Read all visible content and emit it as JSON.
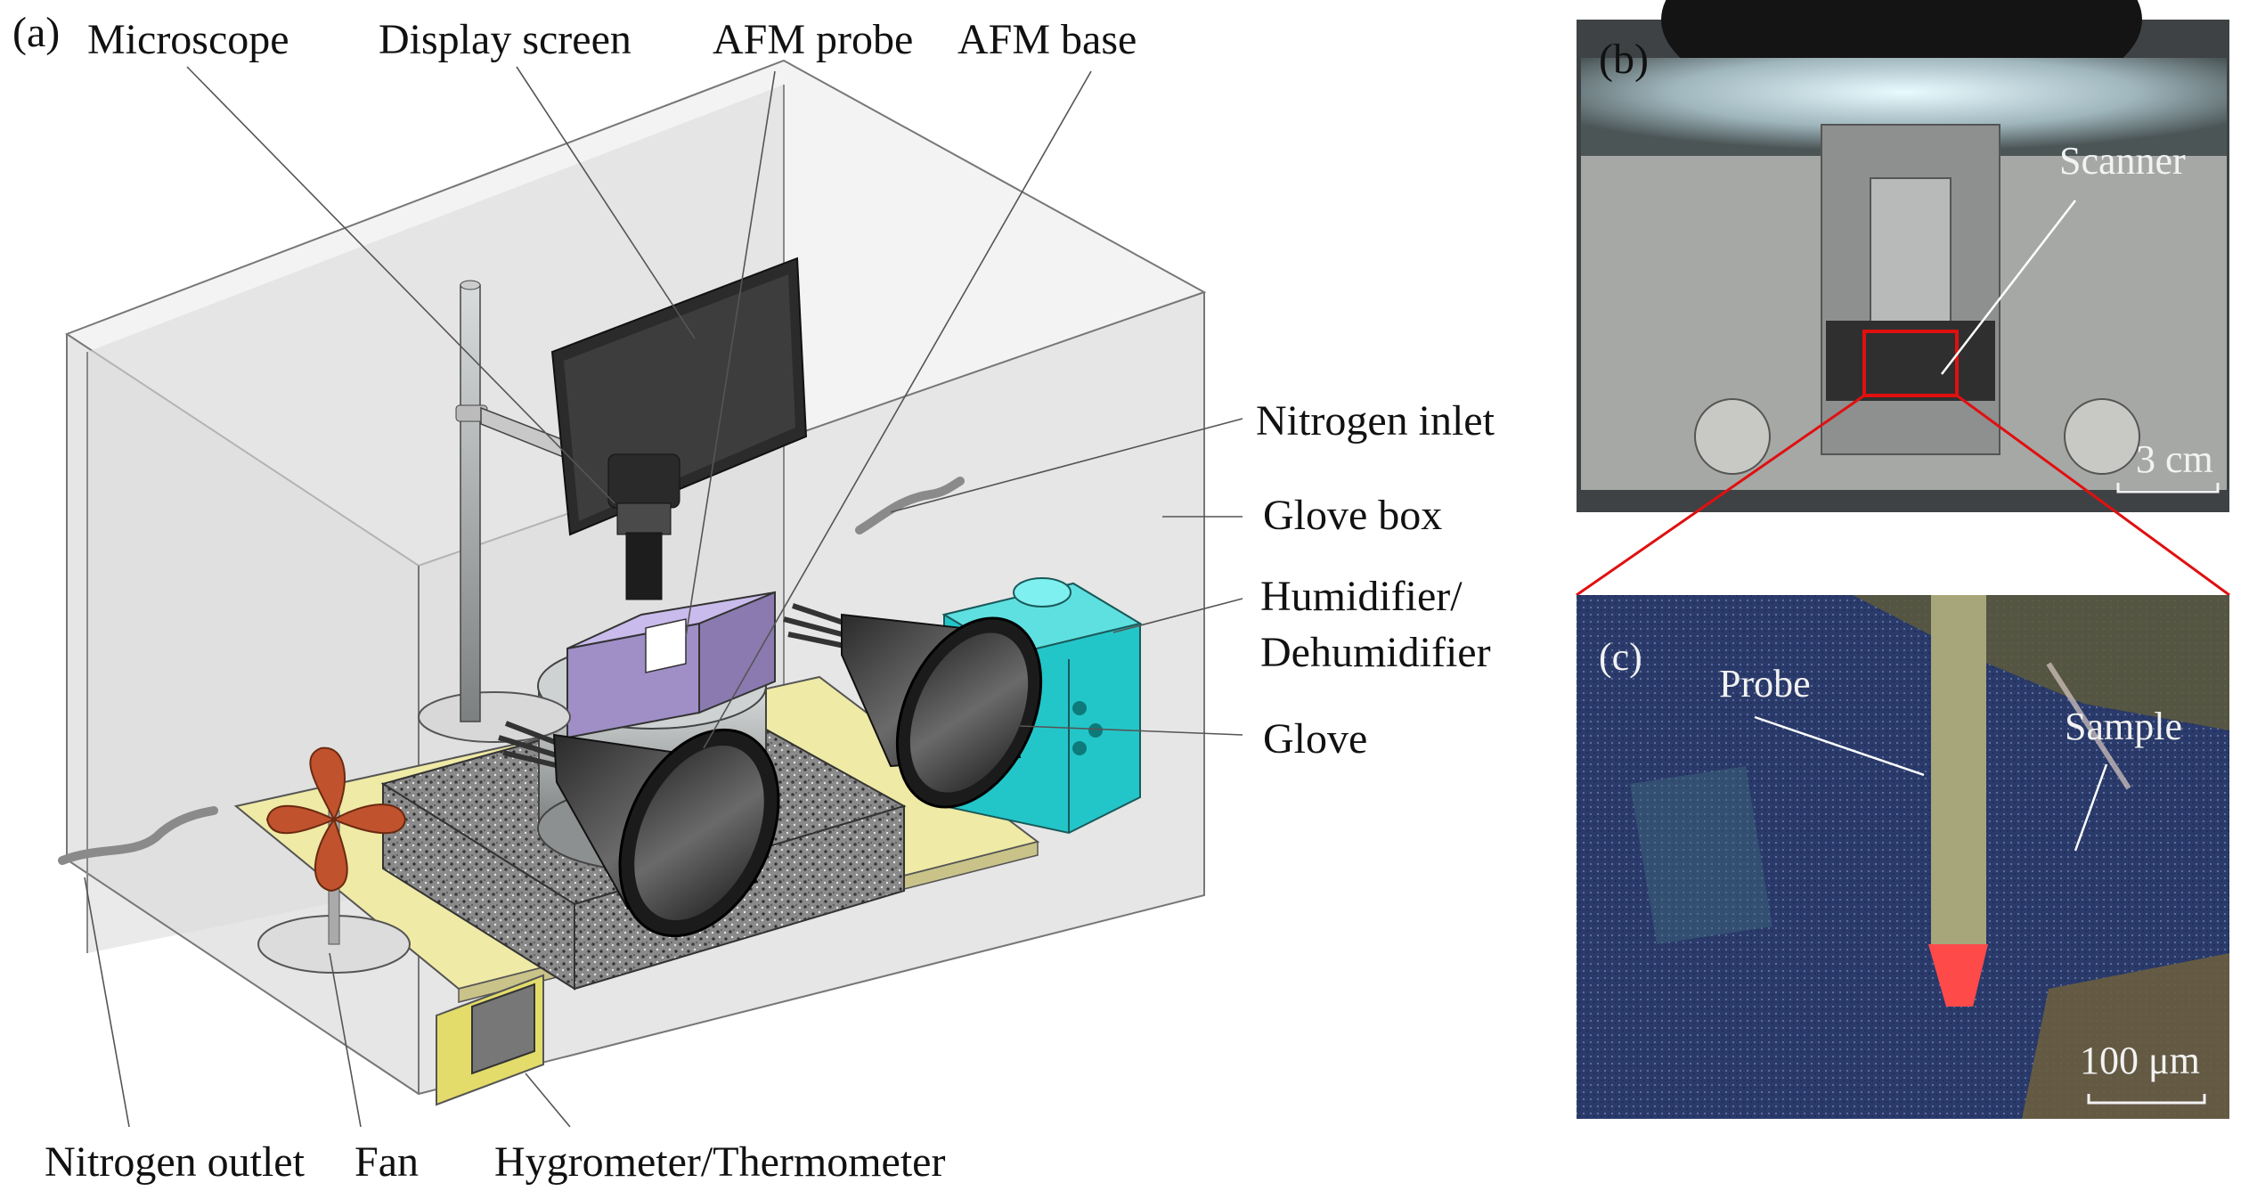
{
  "panel_a": {
    "tag": "(a)",
    "labels": {
      "microscope": "Microscope",
      "display_screen": "Display screen",
      "afm_probe": "AFM probe",
      "afm_base": "AFM base",
      "nitrogen_inlet": "Nitrogen inlet",
      "glove_box": "Glove box",
      "humidifier_1": "Humidifier/",
      "humidifier_2": "Dehumidifier",
      "glove": "Glove",
      "nitrogen_outlet": "Nitrogen outlet",
      "fan": "Fan",
      "hygrometer": "Hygrometer/Thermometer"
    }
  },
  "panel_b": {
    "tag": "(b)",
    "scanner": "Scanner",
    "scale_bar": "3 cm"
  },
  "panel_c": {
    "tag": "(c)",
    "probe": "Probe",
    "sample": "Sample",
    "scale_bar": "100 μm"
  },
  "colors": {
    "humidifier": "#23c6c8",
    "fan": "#c0522e",
    "platform": "#efeaa6",
    "afm_probe": "#b9a8dc",
    "zoom_box": "#e01010"
  }
}
